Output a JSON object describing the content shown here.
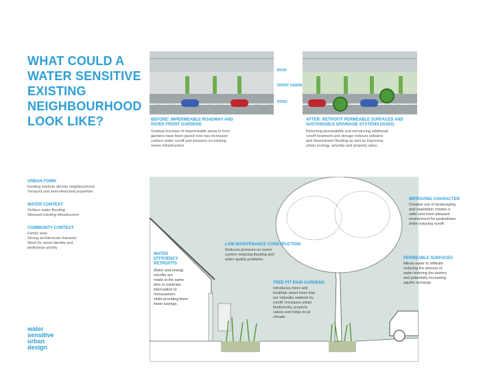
{
  "title": {
    "lines": [
      "WHAT COULD A",
      "WATER SENSITIVE",
      "EXISTING",
      "NEIGHBOURHOOD",
      "LOOK LIKE?"
    ]
  },
  "legend": {
    "roof": "ROOF",
    "front": "FRONT GARDENS",
    "road": "ROAD"
  },
  "before": {
    "heading": [
      "BEFORE: IMPERMEABLE ROADWAY AND",
      "PAVED FRONT GARDENS"
    ],
    "body": [
      "Gradual increase of impermeable areas in front",
      "gardens have been paved over has increased",
      "surface water runoff and pressure on existing",
      "sewer infrastructure."
    ]
  },
  "after": {
    "heading": [
      "AFTER: RETROFIT PERMEABLE SURFACES AND",
      "SUSTAINABLE DRAINAGE SYSTEMS (SUDS)"
    ],
    "body": [
      "Returning permeability and introducing additional",
      "runoff treatment and storage reduces pollution",
      "and downstream flooding as well as improving",
      "urban ecology, amenity and property value."
    ]
  },
  "sidebar": {
    "urban_form": {
      "head": "URBAN FORM:",
      "lines": [
        "Existing medium density neighbourhood",
        "Terraced and semi-detached properties"
      ]
    },
    "water_context": {
      "head": "WATER CONTEXT:",
      "lines": [
        "Surface water flooding",
        "Stressed existing infrastructure"
      ]
    },
    "community_context": {
      "head": "COMMUNITY CONTEXT:",
      "lines": [
        "Family area",
        "Strong architectural character",
        "Need for street identity and",
        "pedestrian priority"
      ]
    }
  },
  "logo": {
    "lines": [
      "water",
      "sensitive",
      "urban",
      "design"
    ]
  },
  "scene": {
    "water_efficiency": {
      "head": [
        "WATER",
        "EFFICIENCY",
        "RETROFITS"
      ],
      "lines": [
        "Water and energy",
        "retrofits are",
        "made at the same",
        "time to minimise",
        "interruption to",
        "homeowners",
        "while providing them",
        "lower savings."
      ]
    },
    "low_maintenance": {
      "head": [
        "LOW MAINTENANCE CONSTRUCTION"
      ],
      "lines": [
        "Reduces pressure on sewer",
        "system reducing flooding and",
        "water quality problems."
      ]
    },
    "tree_pit": {
      "head": [
        "TREE PIT RAIN GARDENS"
      ],
      "lines": [
        "Introduces more and",
        "healthier street trees that",
        "are naturally watered by",
        "runoff. Increases urban",
        "biodiversity, property",
        "values and helps local",
        "climate."
      ]
    },
    "improving_character": {
      "head": [
        "IMPROVING CHARACTER"
      ],
      "lines": [
        "Creative use of landscaping",
        "and vegetation creates a",
        "safer and more pleasant",
        "environment for pedestrians",
        "while reducing runoff."
      ]
    },
    "permeable_surfaces": {
      "head": [
        "PERMEABLE SURFACES"
      ],
      "lines": [
        "Allows water to infiltrate",
        "reducing the amount of",
        "water entering the sewers",
        "and potentially increasing",
        "aquifer recharge."
      ]
    }
  },
  "colors": {
    "accent": "#2f9fd6",
    "car_red": "#c0262d",
    "car_blue": "#3a5fb0",
    "tree_green": "#4d9a3a"
  }
}
